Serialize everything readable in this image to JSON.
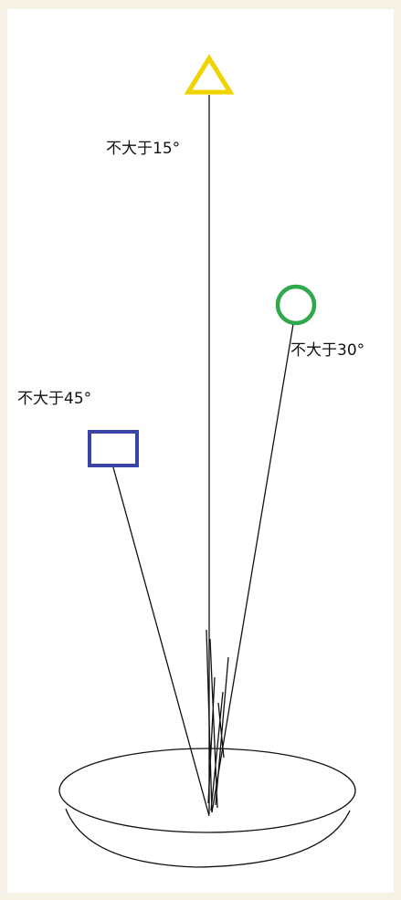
{
  "labels": {
    "triangle_angle": "不大于15°",
    "circle_angle": "不大于30°",
    "square_angle": "不大于45°"
  },
  "colors": {
    "background": "#f6f3e6",
    "canvas": "#ffffff",
    "triangle": "#f0d400",
    "circle": "#2ea84b",
    "square": "#3a44a8",
    "line": "#111111"
  }
}
